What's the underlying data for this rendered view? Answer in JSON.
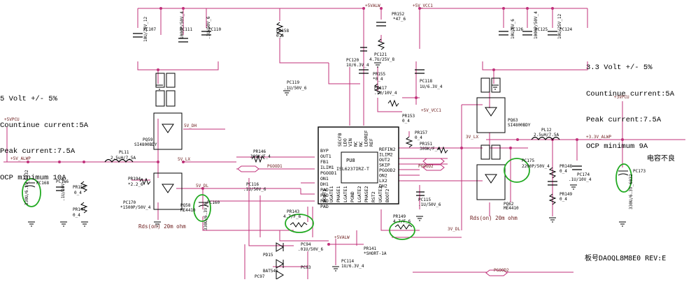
{
  "notes": {
    "left": [
      "5 Volt +/- 5%",
      "Countinue current:5A",
      "Peak current:7.5A",
      "OCP minimum 10A"
    ],
    "right": [
      "3.3 Volt +/- 5%",
      "Countinue current:5A",
      "Peak current:7.5A",
      "OCP minimum 9A"
    ]
  },
  "board_label": "板号DAOQL8M8E0  REV:E",
  "defect_note": "电容不良",
  "ic": {
    "ref": "PU8",
    "part": "ISL6237IRZ-T",
    "left_pins": [
      "BYP",
      "OUT1",
      "FB1",
      "ILIM1",
      "PGOOD1",
      "ON1",
      "DH1",
      "PAD",
      "PAD",
      "PAD",
      "PAD"
    ],
    "right_pins": [
      "REFIN2",
      "ILIM2",
      "OUT2",
      "SKIP",
      "PGOOD2",
      "ON2",
      "LX2",
      "DH2"
    ],
    "top_pins": [
      "SECFB",
      "LDO",
      "VIN",
      "NC",
      "NC",
      "LDOREF",
      "REF"
    ],
    "bottom_pins": [
      "BOOT1",
      "UGATE1",
      "PHASE1",
      "LGATE1",
      "PGND",
      "LGATE2",
      "PHASE2",
      "RST2",
      "UGATE2",
      "BOOT2"
    ]
  },
  "nets": {
    "vpcu_left": "+5VPCU",
    "vpcu_right": "+3VPCU",
    "alwp_left": "+5V_ALWP",
    "alwp_right": "+3.3V_ALWP",
    "valw_top": "+5VALW",
    "vcc1_top": "+5V_VCC1",
    "vcc1_mid": "+5V_VCC1",
    "valw_bottom": "+5VALW",
    "dh_left": "5V_DH",
    "lx_left": "5V_LX",
    "dl_left": "5V_DL",
    "lx_right": "3V_LX",
    "dl_right": "3V_DL",
    "pgood1": "PGOOD1",
    "pgood2": "PGOOD2",
    "pgood2_bottom": "PGOOD2"
  },
  "components": {
    "PC107": [
      "PC107",
      "10U/25V_12"
    ],
    "PC111": [
      "PC111",
      "1000P/50V_4"
    ],
    "PC110": [
      "PC110",
      ".1U/50V_6"
    ],
    "PR158": [
      "PR158",
      "0_6"
    ],
    "PR152": [
      "PR152",
      "*47_6"
    ],
    "PC120": [
      "PC120",
      "1U/6.3V_4"
    ],
    "PC121": [
      "PC121",
      "4.7U/25V_8"
    ],
    "PR155": [
      "PR155",
      "*0_4"
    ],
    "PC119": [
      "PC119",
      ".1U/50V_6"
    ],
    "PC117": [
      "PC117",
      ".1U/10V_4"
    ],
    "PC118": [
      "PC118",
      "1U/6.3V_4"
    ],
    "PR153": [
      "PR153",
      "0_4"
    ],
    "PC126": [
      "PC126",
      "10U/6V_6"
    ],
    "PC125": [
      "PC125",
      "1000P/50V_4"
    ],
    "PC124": [
      "PC124",
      "10U/25V_12"
    ],
    "PQ59": [
      "PQ59",
      "SI4800BDY"
    ],
    "PQ63": [
      "PQ63",
      "SI4800BDY"
    ],
    "PL11": [
      "PL11",
      "2.5uH/7.5A"
    ],
    "PL12": [
      "PL12",
      "2.5uH/7.5A"
    ],
    "PR146": [
      "PR146",
      "309K/F_4"
    ],
    "PR157": [
      "PR157",
      "0_4"
    ],
    "PR151": [
      "PR151",
      "309K/F_4"
    ],
    "PC168": [
      "PC168",
      "330U/6.3V_6032"
    ],
    "PC166": [
      "PC166",
      ".1U/10V_4"
    ],
    "PR150": [
      "PR150",
      "0_4"
    ],
    "PR194": [
      "PR194",
      "*2.2_6"
    ],
    "PR147": [
      "PR147",
      "0_4"
    ],
    "PC170": [
      "PC170",
      "*1500P/50V_4"
    ],
    "PQ58": [
      "PQ58",
      "ME4410"
    ],
    "PC160": [
      "PC160",
      "330U/6.3V_6"
    ],
    "PC116": [
      "PC116",
      ".1U/50V_6"
    ],
    "PR143": [
      "PR143",
      "4.7/F_6"
    ],
    "PR149": [
      "PR149",
      "4.7/F_6"
    ],
    "PC175": [
      "PC175",
      "2200P/50V_4"
    ],
    "PR148": [
      "PR148",
      "0_4"
    ],
    "PR149b": [
      "PR149",
      "0_4"
    ],
    "PC174": [
      "PC174",
      ".1U/10V_4"
    ],
    "PC173": [
      "PC173",
      "330U/6.3V_6032"
    ],
    "PQ62": [
      "PQ62",
      "ME4410"
    ],
    "PC115": [
      "PC115",
      ".1U/50V_6"
    ],
    "PD15": [
      "PD15",
      ""
    ],
    "BAT54S": [
      "BAT54S",
      ""
    ],
    "PC94": [
      "PC94",
      ".01U/50V_6"
    ],
    "PC93": [
      "PC93",
      ""
    ],
    "PC114": [
      "PC114",
      "1U/6.3V_4"
    ],
    "PR141": [
      "PR141",
      "*SHORT-1A"
    ],
    "PC97": [
      "PC97",
      ""
    ]
  },
  "rds_left": "Rds(on) 20m ohm",
  "rds_right": "Rds(on) 20m ohm",
  "colors": {
    "wire": "#c0307a",
    "wire_dark": "#000000",
    "highlight": "#22aa22",
    "note_text": "#000000"
  }
}
